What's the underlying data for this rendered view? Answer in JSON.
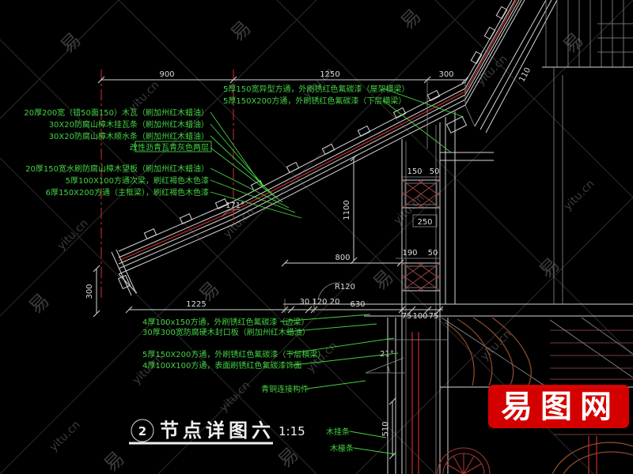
{
  "watermark": {
    "site": "yitu.cn",
    "char": "易",
    "logo_text": "易图网"
  },
  "title_block": {
    "number": "2",
    "title": "节点详图六",
    "scale": "1:15"
  },
  "annotations": {
    "left": [
      "20厚200宽（错50面150）木瓦（刷加州红木蜡油）",
      "30X20防腐山樟木挂瓦条（刷加州红木蜡油）",
      "30X20防腐山樟木顺水条（刷加州红木蜡油）",
      "改性沥青瓦青灰色两层",
      "20厚150宽水刷防腐山樟木望板（刷加州红木蜡油）",
      "5厚100X100方通次梁，刷红褐色木色漆",
      "6厚150X200方通（主框梁），刷红褐色木色漆"
    ],
    "right": [
      "5厚150宽异型方通，外刷锈红色氟碳漆（屋架横梁）",
      "5厚150X200方通，外刷锈红色氟碳漆（下层横梁）"
    ],
    "bottom": [
      "4厚100x150方通，外刷锈红色氟碳漆（边梁）",
      "30厚300宽防腐硬木封口板（刷加州红木蜡油）",
      "5厚150X200方通，外刷锈红色氟碳漆（下层横梁）",
      "4厚100X100方通，表面刷锈红色氟碳漆饰面"
    ],
    "parts": [
      "青铜连接构件",
      "木挂条",
      "木椽条"
    ]
  },
  "dimensions": {
    "top": [
      "900",
      "1250",
      "300"
    ],
    "eave_height": "300",
    "bottom_main": "1225",
    "bottom_cluster": "30 120 20",
    "bottom_mid": "630",
    "under_column": [
      "75",
      "100",
      "75"
    ],
    "v1100": "1100",
    "h800": "800",
    "v250": "250",
    "n190": "190",
    "n50a": "50",
    "n150": "150",
    "n50b": "50",
    "v510": "510",
    "radius": "R120",
    "angle_bend": "171°",
    "angle_bottom": "21°",
    "slope_dim": "110"
  },
  "colors": {
    "background": "#000000",
    "line": "#d6d6d6",
    "annotation_green": "#45d145",
    "centerline_red": "#d23535",
    "hatch_red": "#a84848",
    "wood_brown": "#8a4a2a",
    "logo_red": "#e60000",
    "watermark_gray": "#3c3c3c"
  }
}
